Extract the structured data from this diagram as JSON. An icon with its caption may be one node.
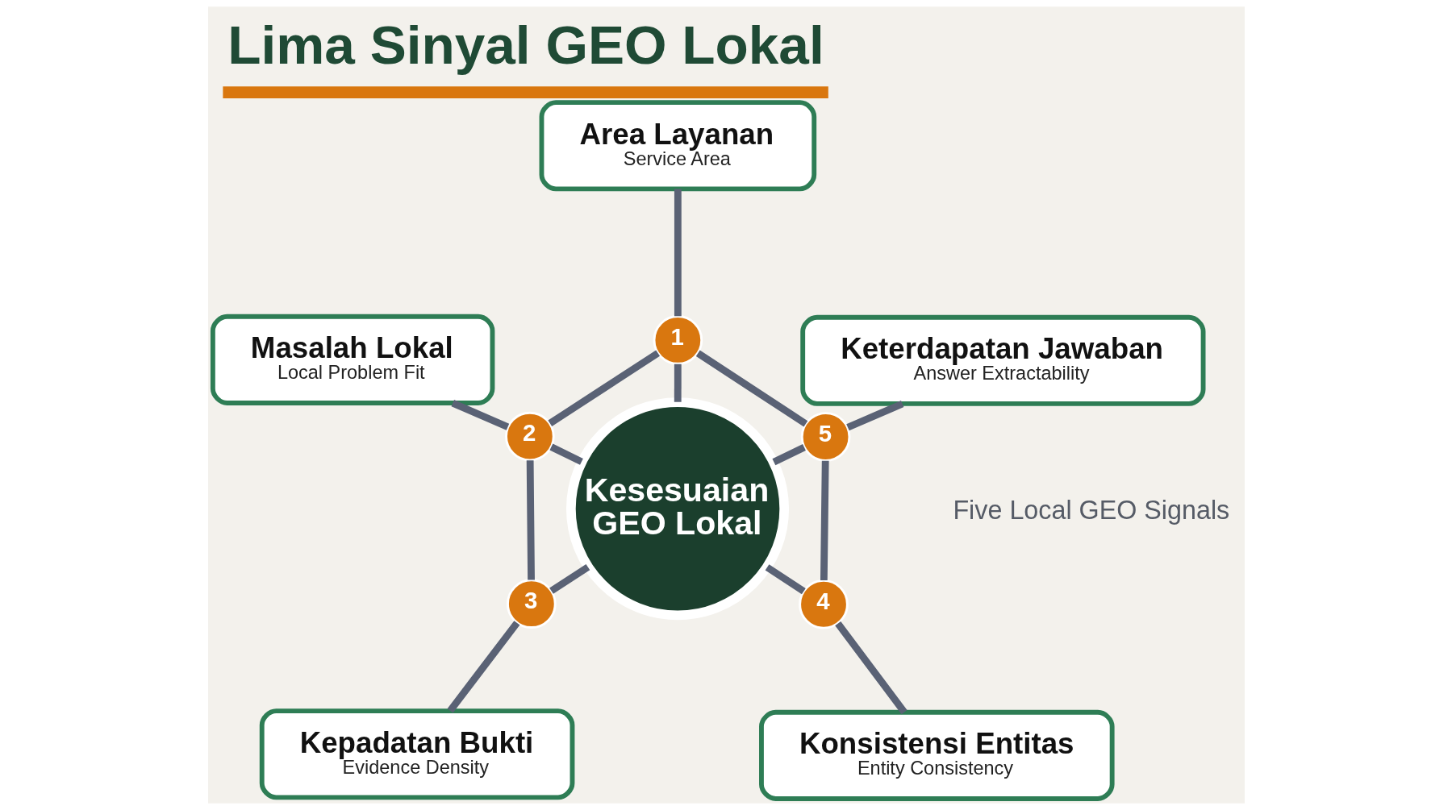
{
  "diagram": {
    "title": "Lima Sinyal GEO Lokal",
    "nodes": [
      {
        "text": [
          "Area Layanan",
          "Service Area"
        ]
      },
      {
        "text": [
          "Keterdapatan Jawaban",
          "Answer Extractability"
        ]
      },
      {
        "text": [
          "Masalah Lokal",
          "Local Problem Fit"
        ]
      },
      {
        "text": [
          "1"
        ]
      },
      {
        "text": [
          "5"
        ]
      },
      {
        "text": [
          "2"
        ]
      },
      {
        "text": [
          "Kesesuaian GEO Lokal"
        ]
      },
      {
        "text": [
          "4"
        ]
      },
      {
        "text": [
          "3"
        ]
      },
      {
        "text": [
          "Konsistensi Entitas",
          "Entity Consistency"
        ]
      },
      {
        "text": [
          "Kepadatan Bukti",
          "Evidence Density"
        ]
      }
    ],
    "edges": [
      {
        "from": 6,
        "to": 3,
        "arrow": "none"
      },
      {
        "from": 3,
        "to": 0,
        "arrow": "none"
      },
      {
        "from": 6,
        "to": 5,
        "arrow": "none"
      },
      {
        "from": 5,
        "to": 2,
        "arrow": "none"
      },
      {
        "from": 6,
        "to": 8,
        "arrow": "none"
      },
      {
        "from": 8,
        "to": 10,
        "arrow": "none"
      },
      {
        "from": 6,
        "to": 7,
        "arrow": "none"
      },
      {
        "from": 7,
        "to": 9,
        "arrow": "none"
      },
      {
        "from": 6,
        "to": 4,
        "arrow": "none"
      },
      {
        "from": 4,
        "to": 1,
        "arrow": "none"
      },
      {
        "from": 7,
        "to": 4,
        "arrow": "none"
      },
      {
        "from": 4,
        "to": 3,
        "arrow": "none"
      },
      {
        "from": 3,
        "to": 5,
        "arrow": "none"
      },
      {
        "from": 5,
        "to": 8,
        "arrow": "none"
      }
    ],
    "labels": [
      "Five Local GEO Signals"
    ]
  }
}
